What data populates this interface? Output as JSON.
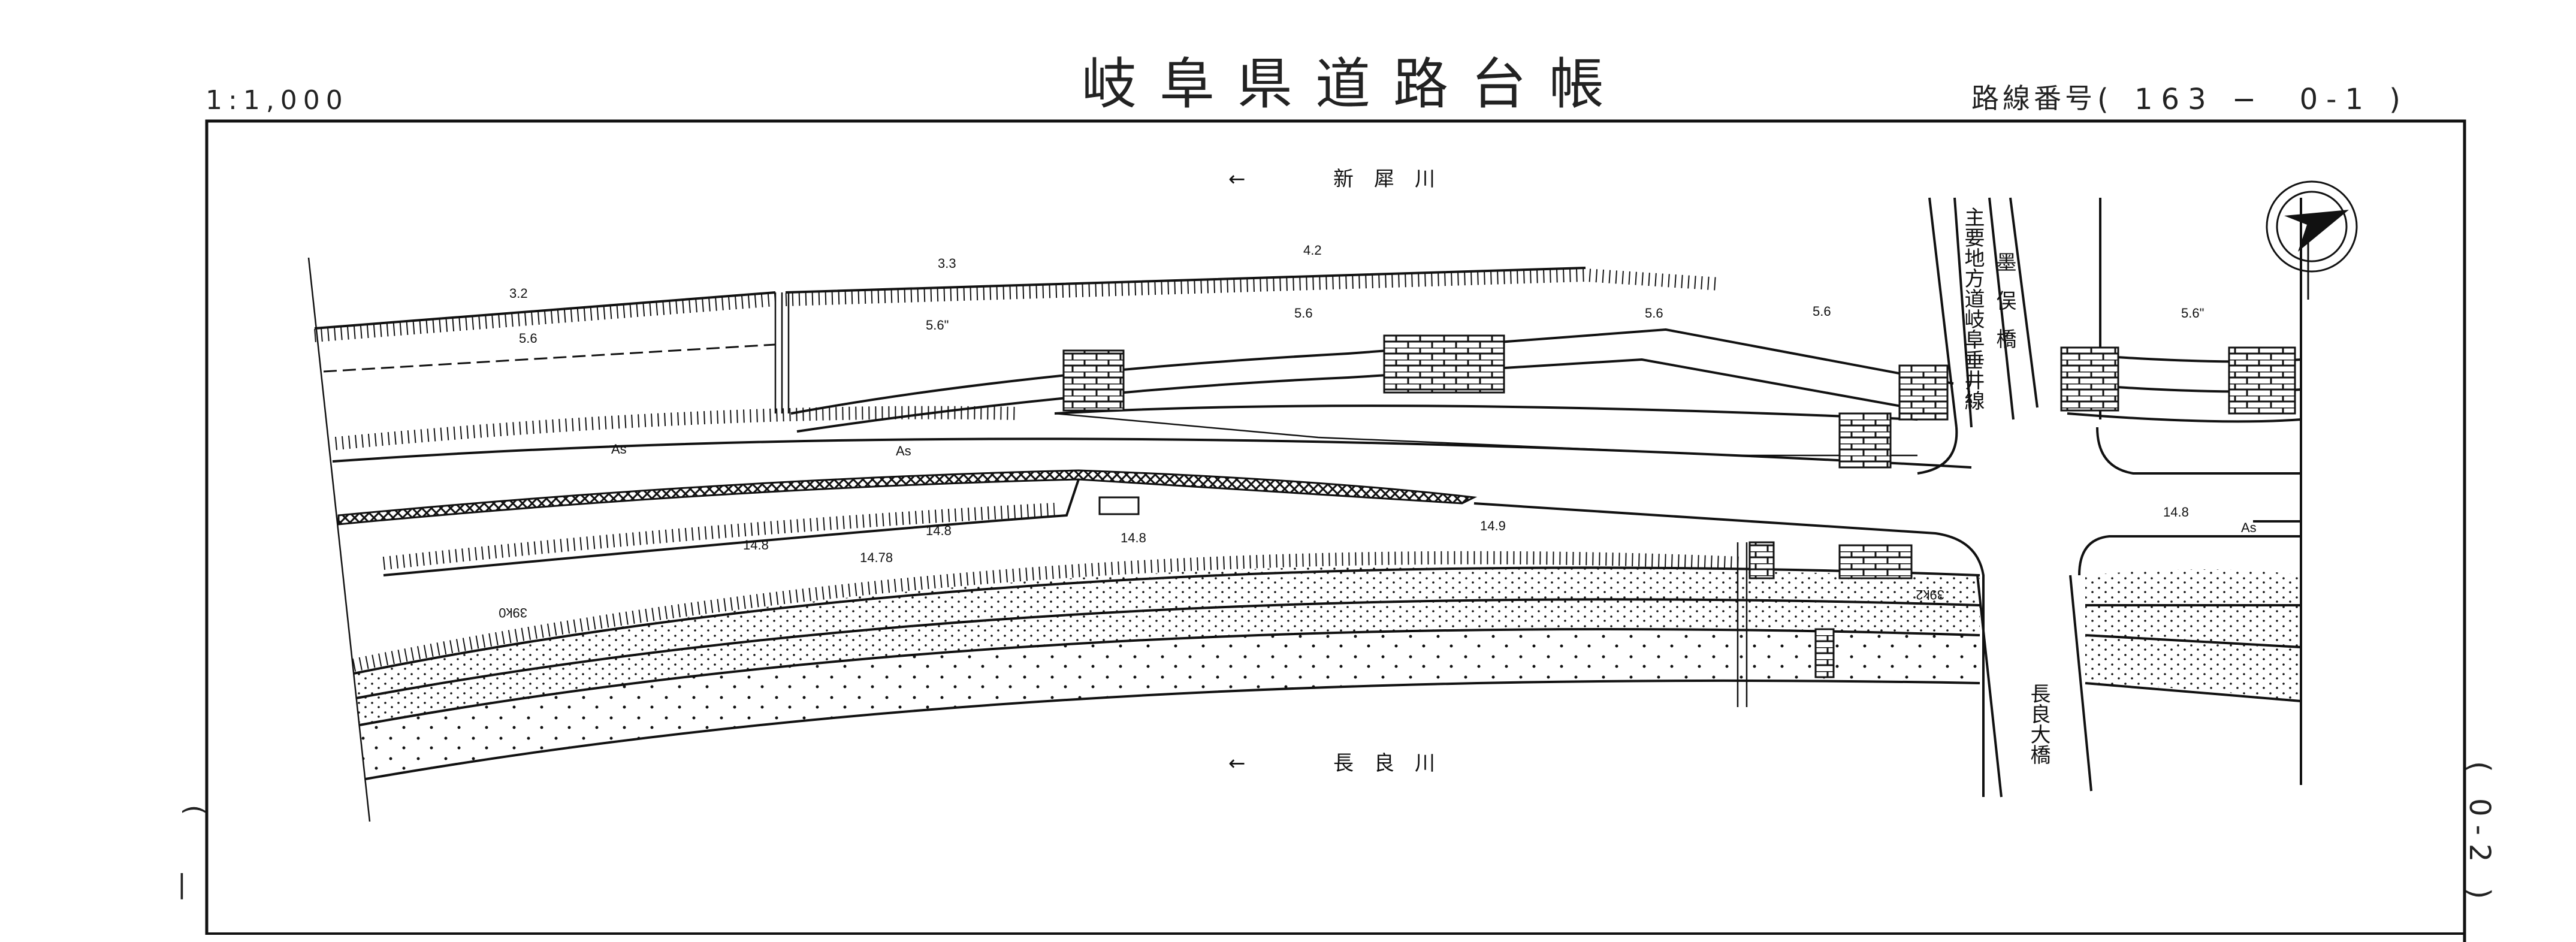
{
  "header": {
    "scale": "1:1,000",
    "title": "岐阜県道路台帳",
    "route_label": "路線番号",
    "route_number": "( 163 −  0-1 )"
  },
  "rivers": {
    "north": {
      "arrow": "←",
      "name": "新　犀　川"
    },
    "south": {
      "arrow": "←",
      "name": "長　良　川"
    }
  },
  "margins": {
    "left_paren": "(",
    "left_bar": "|",
    "right_sheet": "( 0-2 )"
  },
  "roads": {
    "prefectural_road": "主要地方道岐阜垂井線",
    "bridge_north": "墨俣橋",
    "bridge_south": "長良大橋"
  },
  "map": {
    "labels": [
      "3.2",
      "3.3",
      "4.2",
      "5.6",
      "5.6\"",
      "5.6",
      "5.6",
      "5.6",
      "5.6\"",
      "As",
      "As",
      "As",
      "14.8",
      "14.8",
      "14.8",
      "14.78",
      "14.9",
      "14.8",
      "39k0",
      "39k2"
    ]
  },
  "north_arrow": "north-arrow-icon"
}
